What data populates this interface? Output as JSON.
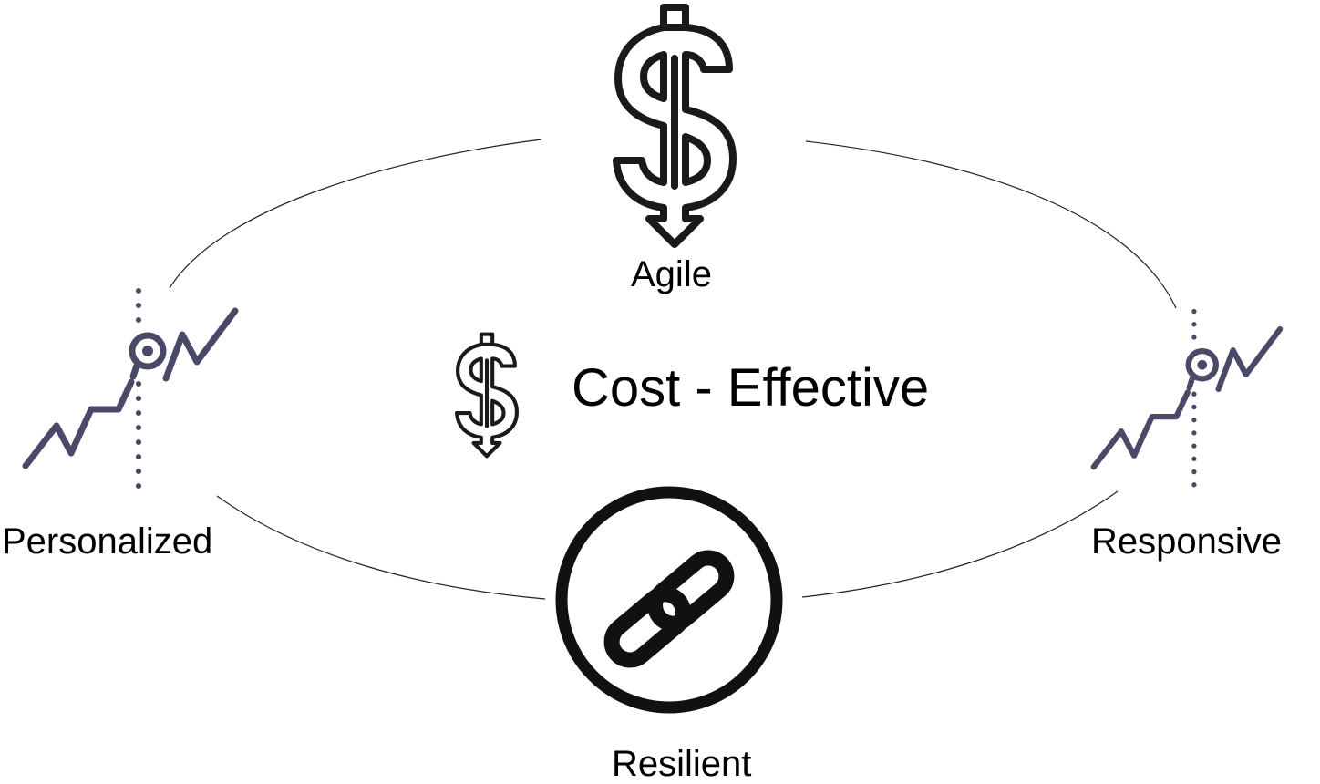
{
  "center": {
    "label": "Cost - Effective",
    "icon": "dollar-down-arrow-icon"
  },
  "nodes": {
    "top": {
      "label": "Agile",
      "icon": "dollar-down-arrow-icon"
    },
    "left": {
      "label": "Personalized",
      "icon": "trend-line-marker-icon"
    },
    "right": {
      "label": "Responsive",
      "icon": "trend-line-marker-icon"
    },
    "bottom": {
      "label": "Resilient",
      "icon": "chain-link-icon"
    }
  },
  "colors": {
    "text": "#000000",
    "ring": "#222222",
    "trend_icon": "#4a4a68",
    "icon_dark": "#1a1a1a"
  }
}
